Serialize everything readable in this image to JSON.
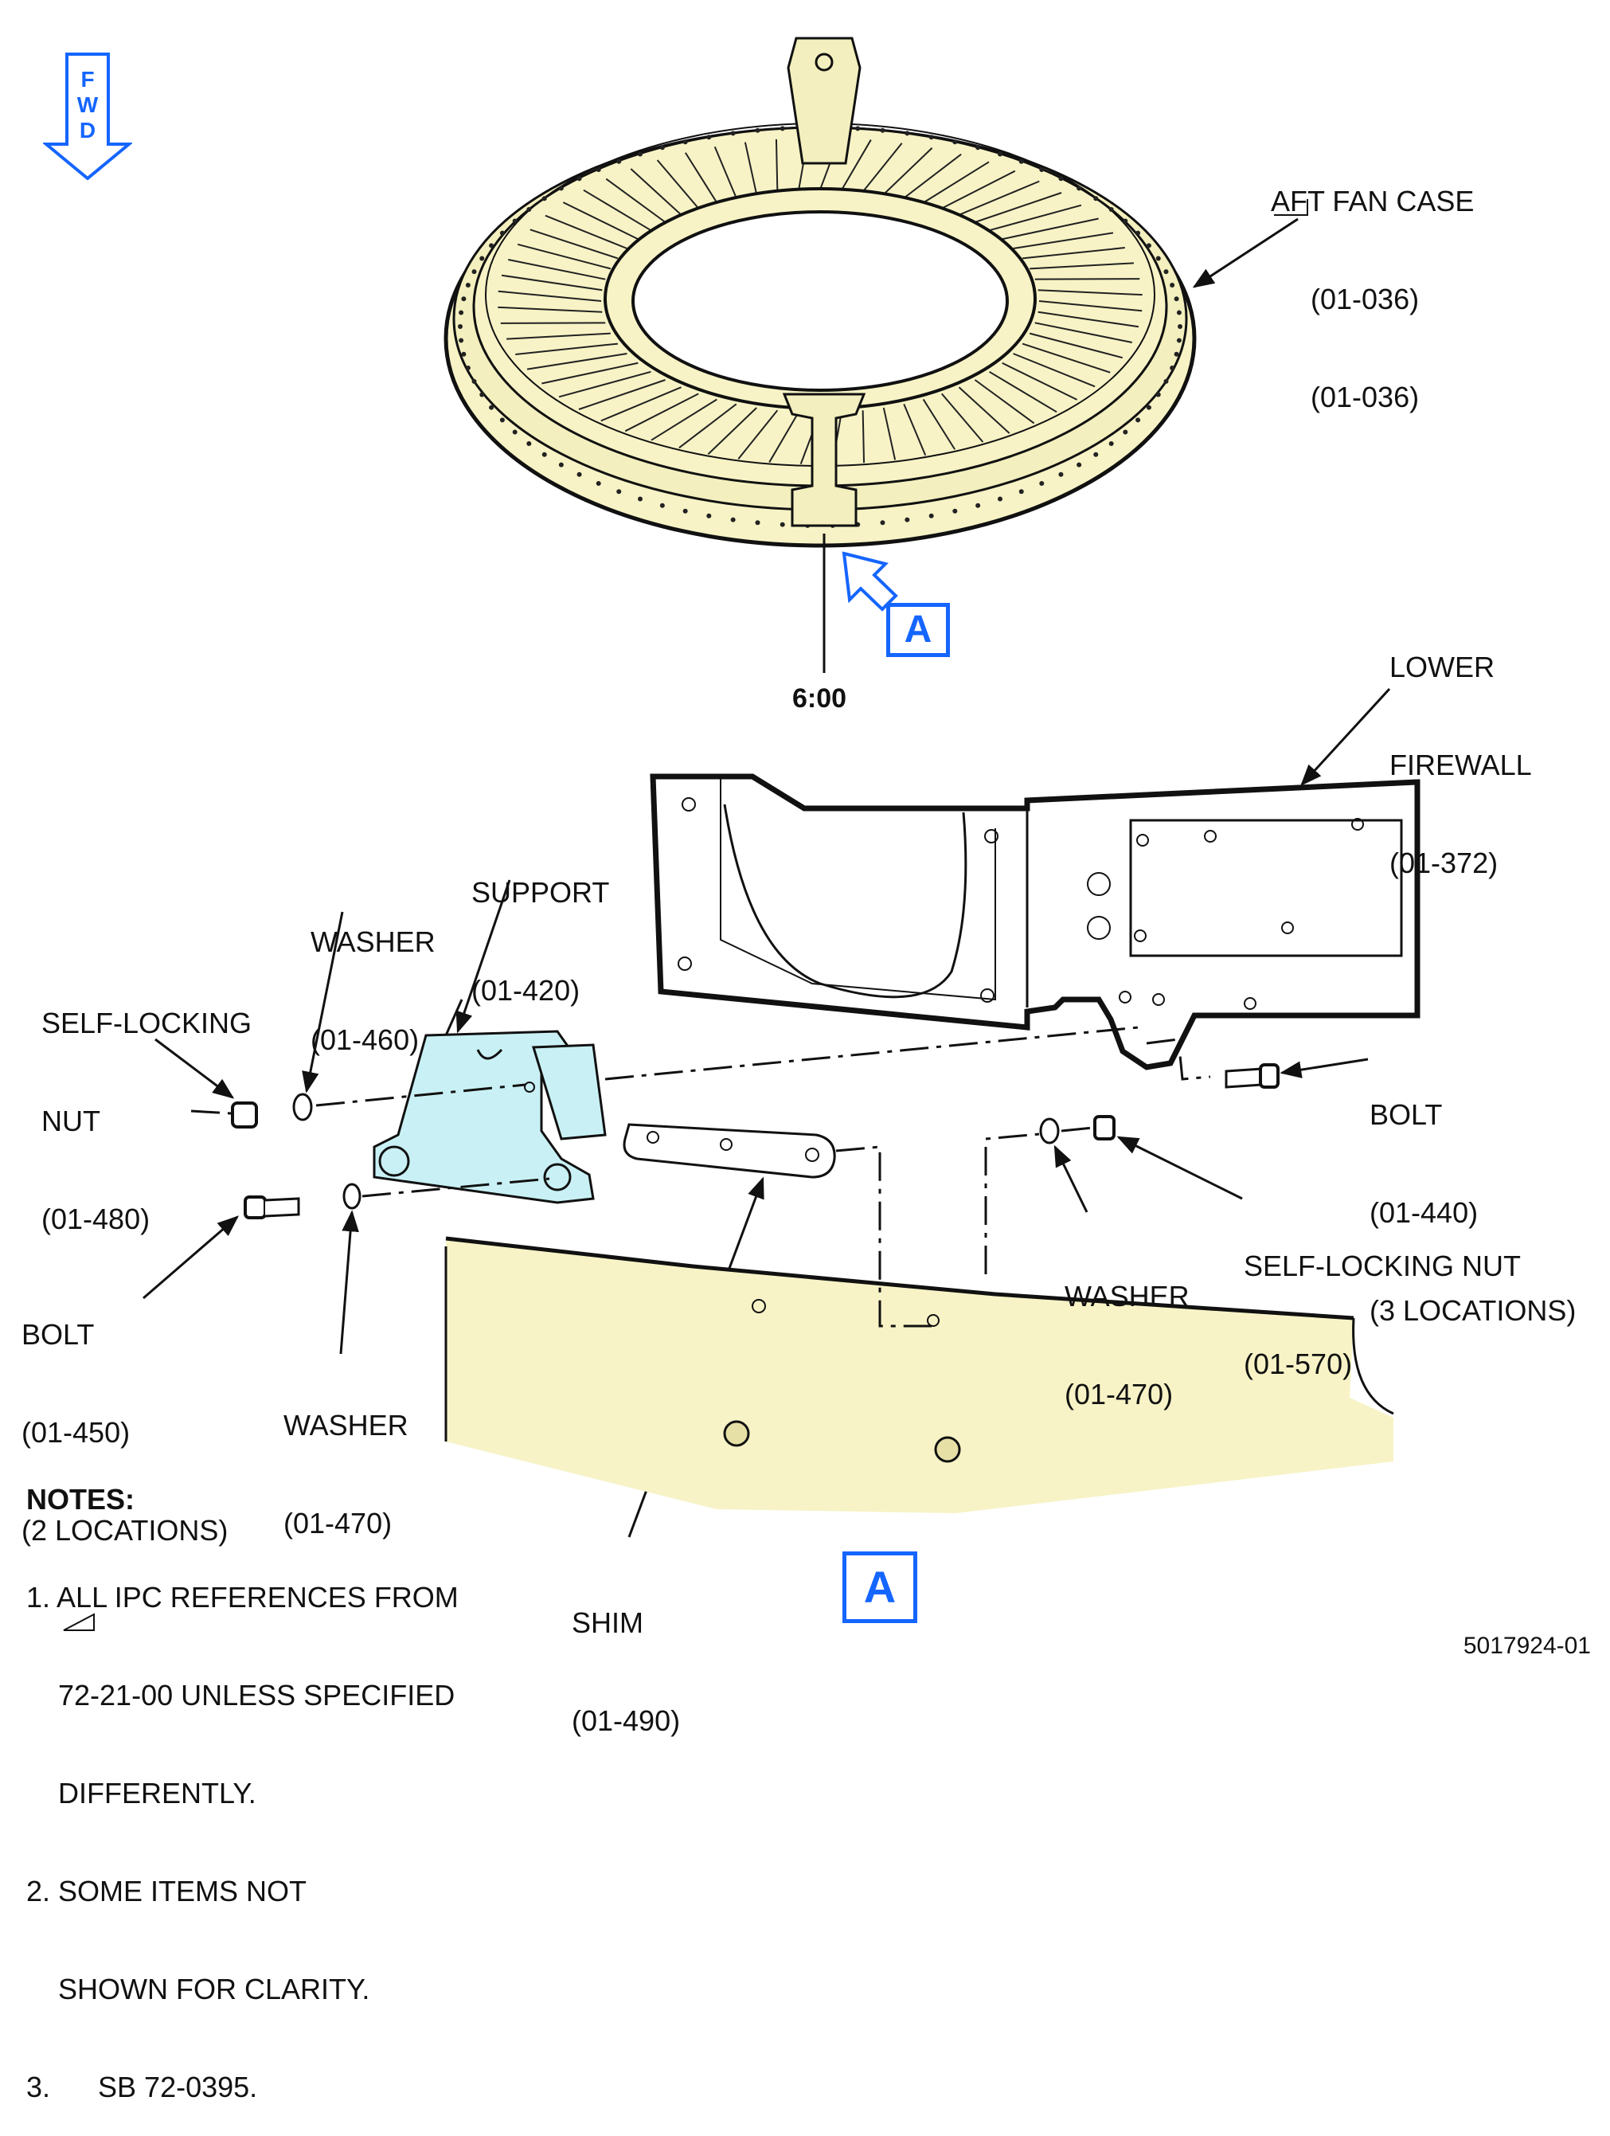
{
  "fwd_indicator": {
    "letters": [
      "F",
      "W",
      "D"
    ],
    "color": "#1565ff"
  },
  "labels": {
    "aft_fan_case": {
      "name": "AFT FAN CASE",
      "ref": "(01-036)",
      "ref2": "(01-036)"
    },
    "clock_position": "6:00",
    "detail_letter": "A",
    "lower_firewall": {
      "line1": "LOWER",
      "line2": "FIREWALL",
      "ref": "(01-372)"
    },
    "support": {
      "name": "SUPPORT",
      "ref": "(01-420)"
    },
    "washer_460": {
      "name": "WASHER",
      "ref": "(01-460)"
    },
    "self_locking_nut_480": {
      "line1": "SELF-LOCKING",
      "line2": "NUT",
      "ref": "(01-480)"
    },
    "bolt_440": {
      "name": "BOLT",
      "ref": "(01-440)",
      "qty": "(3 LOCATIONS)"
    },
    "self_locking_nut_570": {
      "name": "SELF-LOCKING NUT",
      "ref": "(01-570)"
    },
    "washer_470_right": {
      "name": "WASHER",
      "ref": "(01-470)"
    },
    "bolt_450": {
      "name": "BOLT",
      "ref": "(01-450)",
      "qty": "(2 LOCATIONS)"
    },
    "washer_470_left": {
      "name": "WASHER",
      "ref": "(01-470)"
    },
    "shim": {
      "name": "SHIM",
      "ref": "(01-490)"
    }
  },
  "notes": {
    "title": "NOTES:",
    "items": [
      "1. ALL IPC REFERENCES FROM",
      "    72-21-00 UNLESS SPECIFIED",
      "    DIFFERENTLY.",
      "2. SOME ITEMS NOT",
      "    SHOWN FOR CLARITY.",
      "3.      SB 72-0395."
    ]
  },
  "document_number": "5017924-01",
  "colors": {
    "case_fill": "#f7f3c6",
    "support_fill": "#c9f1f5",
    "accent_blue": "#1565ff",
    "line": "#111111"
  }
}
